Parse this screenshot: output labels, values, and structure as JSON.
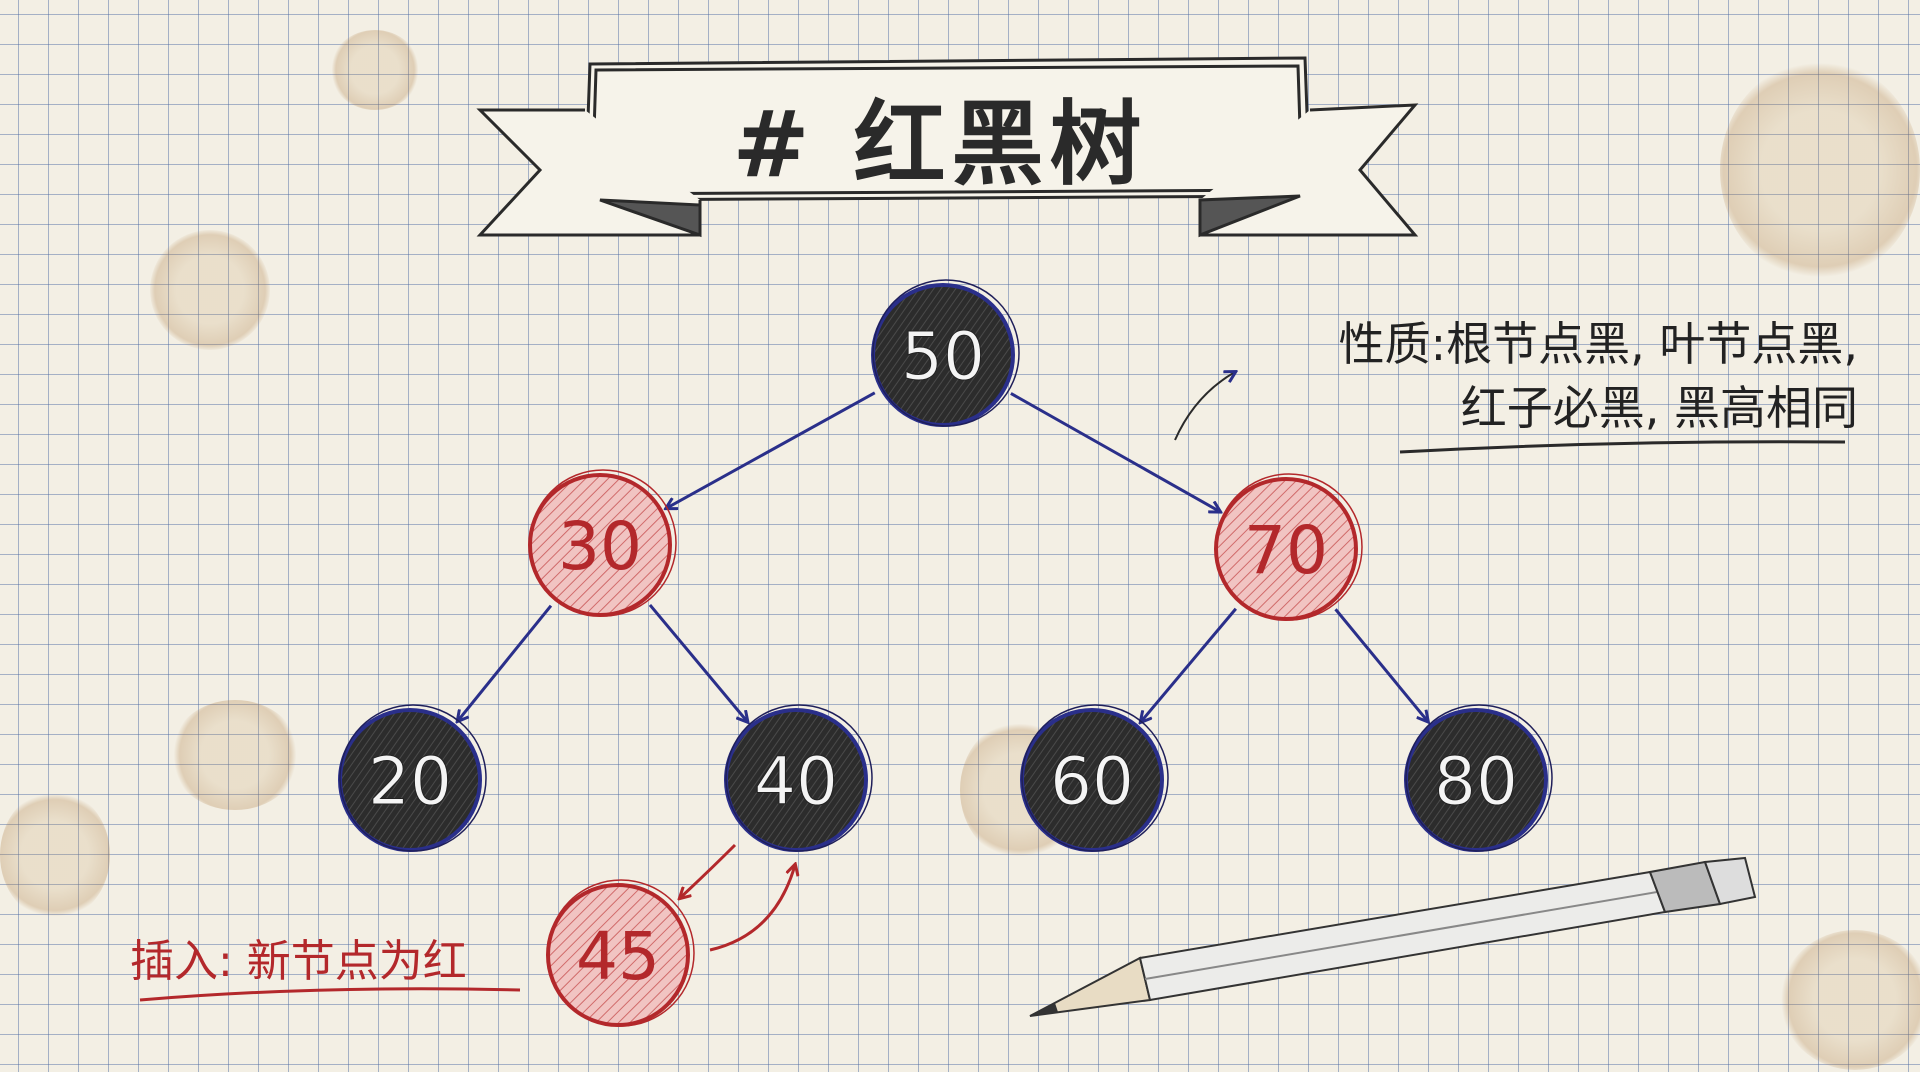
{
  "title": "# 红黑树",
  "properties": {
    "line1": "性质:根节点黑, 叶节点黑,",
    "line2": "红子必黑, 黑高相同"
  },
  "insert_note": "插入: 新节点为红",
  "colors": {
    "black": "#2b2b2b",
    "red": "#e9a8a8",
    "red_text": "#b3282b",
    "edge": "#2a2f8a",
    "insert_arrow": "#b3282b"
  },
  "tree": {
    "nodes": [
      {
        "id": "n50",
        "value": "50",
        "color": "black"
      },
      {
        "id": "n30",
        "value": "30",
        "color": "red"
      },
      {
        "id": "n70",
        "value": "70",
        "color": "red"
      },
      {
        "id": "n20",
        "value": "20",
        "color": "black"
      },
      {
        "id": "n40",
        "value": "40",
        "color": "black"
      },
      {
        "id": "n60",
        "value": "60",
        "color": "black"
      },
      {
        "id": "n80",
        "value": "80",
        "color": "black"
      },
      {
        "id": "n45",
        "value": "45",
        "color": "red",
        "inserted": true
      }
    ],
    "edges": [
      [
        "n50",
        "n30"
      ],
      [
        "n50",
        "n70"
      ],
      [
        "n30",
        "n20"
      ],
      [
        "n30",
        "n40"
      ],
      [
        "n70",
        "n60"
      ],
      [
        "n70",
        "n80"
      ]
    ]
  }
}
